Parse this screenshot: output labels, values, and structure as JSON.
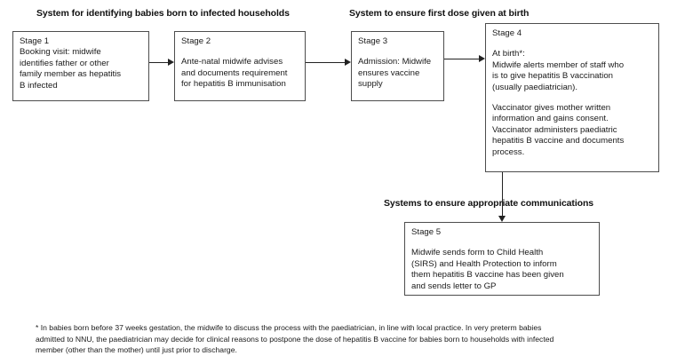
{
  "document": {
    "type": "process-flowchart",
    "subject": "Hepatitis B birth dose vaccination pathway"
  },
  "headings": {
    "identify": "System for identifying babies born to infected households",
    "first_dose": "System to ensure first dose given at birth",
    "communications": "Systems to ensure appropriate communications"
  },
  "stages": {
    "stage1": {
      "label": "Stage 1",
      "lines": [
        "Booking visit: midwife",
        "identifies father or other",
        "family member as hepatitis",
        "B infected"
      ]
    },
    "stage2": {
      "label": "Stage 2",
      "lines": [
        "Ante-natal midwife advises",
        "and documents requirement",
        "for hepatitis B immunisation"
      ]
    },
    "stage3": {
      "label": "Stage 3",
      "lines": [
        "Admission:  Midwife",
        "ensures vaccine",
        "supply"
      ]
    },
    "stage4": {
      "label": "Stage 4",
      "lines": [
        "At birth*:",
        "Midwife alerts member of staff who",
        "is to give hepatitis B vaccination",
        "(usually paediatrician)."
      ],
      "lines2": [
        "Vaccinator gives mother written",
        "information and gains consent.",
        "Vaccinator administers paediatric",
        "hepatitis B vaccine and documents",
        "process."
      ]
    },
    "stage5": {
      "label": "Stage 5",
      "lines": [
        "Midwife sends form to Child Health",
        "(SIRS) and Health Protection to inform",
        "them hepatitis B vaccine has been given",
        "and sends letter to GP"
      ]
    }
  },
  "footnote": {
    "lines": [
      "* In babies born before 37 weeks gestation, the midwife to discuss the process with the paediatrician, in line with local practice. In very preterm babies",
      "admitted to NNU, the paediatrician may decide for clinical reasons to postpone the dose of hepatitis B vaccine for babies born to households with infected",
      "member (other than the mother) until just prior to discharge."
    ]
  },
  "colors": {
    "background": "#ffffff",
    "box_border": "#4d4d4d",
    "connector": "#222222",
    "text": "#1a1a1a"
  }
}
